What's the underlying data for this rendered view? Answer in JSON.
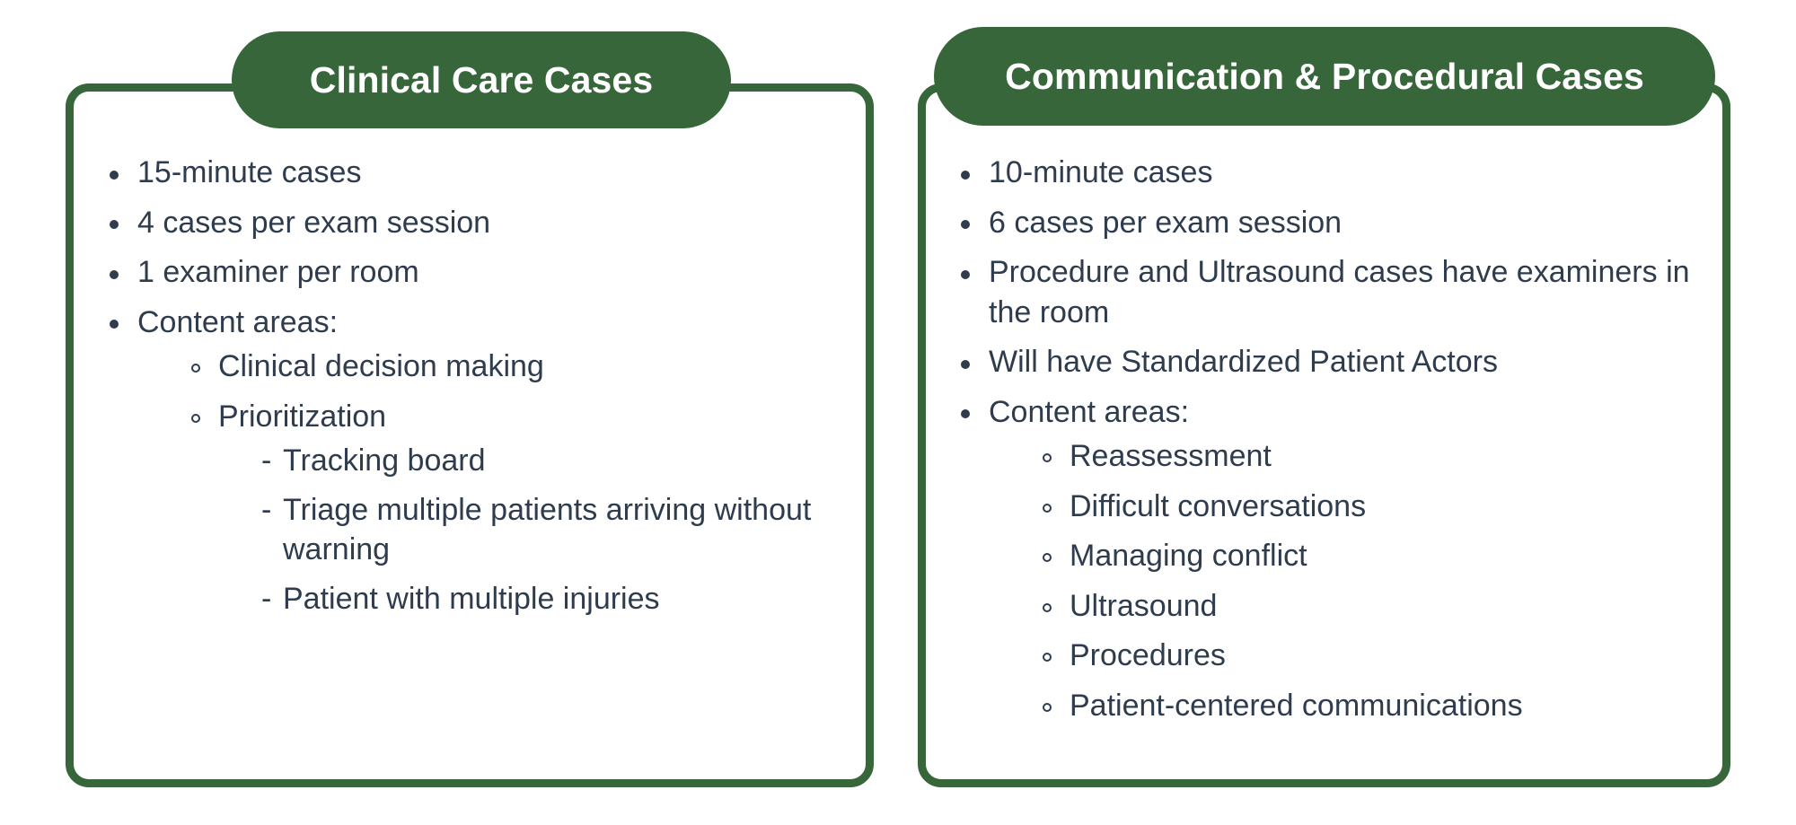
{
  "theme": {
    "green": "#36663A",
    "text": "#2E3C4D",
    "background": "#FFFFFF"
  },
  "cards": [
    {
      "id": "clinical-care-cases",
      "title": "Clinical Care Cases",
      "items": [
        {
          "level": 1,
          "marker": "disc",
          "text": "15-minute cases"
        },
        {
          "level": 1,
          "marker": "disc",
          "text": "4 cases per exam session"
        },
        {
          "level": 1,
          "marker": "disc",
          "text": "1 examiner per room"
        },
        {
          "level": 1,
          "marker": "disc",
          "text": "Content areas:"
        },
        {
          "level": 2,
          "marker": "circle",
          "text": "Clinical decision making"
        },
        {
          "level": 2,
          "marker": "circle",
          "text": "Prioritization"
        },
        {
          "level": 3,
          "marker": "dash",
          "text": "Tracking board"
        },
        {
          "level": 3,
          "marker": "dash",
          "text": "Triage multiple patients arriving without warning"
        },
        {
          "level": 3,
          "marker": "dash",
          "text": "Patient with multiple injuries"
        }
      ]
    },
    {
      "id": "communication-procedural-cases",
      "title": "Communication & Procedural Cases",
      "items": [
        {
          "level": 1,
          "marker": "disc",
          "text": "10-minute cases"
        },
        {
          "level": 1,
          "marker": "disc",
          "text": "6 cases per exam session"
        },
        {
          "level": 1,
          "marker": "disc",
          "text": "Procedure and Ultrasound cases have examiners in the room"
        },
        {
          "level": 1,
          "marker": "disc",
          "text": "Will have Standardized Patient Actors"
        },
        {
          "level": 1,
          "marker": "disc",
          "text": "Content areas:"
        },
        {
          "level": 2,
          "marker": "circle",
          "text": "Reassessment"
        },
        {
          "level": 2,
          "marker": "circle",
          "text": "Difficult conversations"
        },
        {
          "level": 2,
          "marker": "circle",
          "text": "Managing conflict"
        },
        {
          "level": 2,
          "marker": "circle",
          "text": "Ultrasound"
        },
        {
          "level": 2,
          "marker": "circle",
          "text": "Procedures"
        },
        {
          "level": 2,
          "marker": "circle",
          "text": "Patient-centered communications"
        }
      ]
    }
  ],
  "markers": {
    "dash": "-"
  }
}
